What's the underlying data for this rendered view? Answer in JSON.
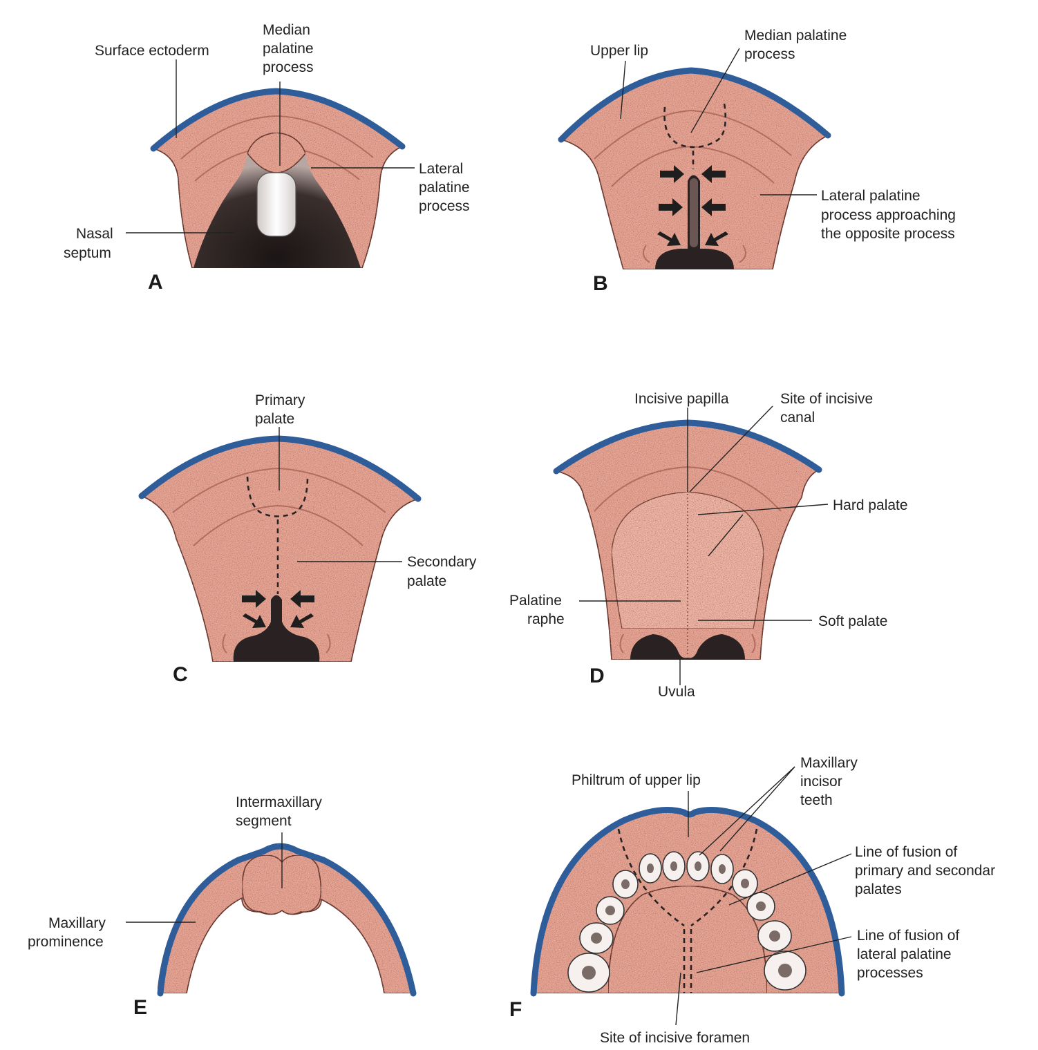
{
  "panels": {
    "A": {
      "letter": "A",
      "labels": {
        "surface_ectoderm": "Surface ectoderm",
        "median_palatine_process": [
          "Median",
          "palatine",
          "process"
        ],
        "lateral_palatine_process": [
          "Lateral",
          "palatine",
          "process"
        ],
        "nasal_septum": [
          "Nasal",
          "septum"
        ]
      }
    },
    "B": {
      "letter": "B",
      "labels": {
        "upper_lip": "Upper lip",
        "median_palatine_process": [
          "Median palatine",
          "process"
        ],
        "lateral_palatine_process_approaching": [
          "Lateral palatine",
          "process approaching",
          "the opposite process"
        ]
      }
    },
    "C": {
      "letter": "C",
      "labels": {
        "primary_palate": [
          "Primary",
          "palate"
        ],
        "secondary_palate": [
          "Secondary",
          "palate"
        ]
      }
    },
    "D": {
      "letter": "D",
      "labels": {
        "incisive_papilla": "Incisive papilla",
        "site_of_incisive_canal": [
          "Site of incisive",
          "canal"
        ],
        "hard_palate": "Hard palate",
        "palatine_raphe": [
          "Palatine",
          "raphe"
        ],
        "soft_palate": "Soft palate",
        "uvula": "Uvula"
      }
    },
    "E": {
      "letter": "E",
      "labels": {
        "intermaxillary_segment": [
          "Intermaxillary",
          "segment"
        ],
        "maxillary_prominence": [
          "Maxillary",
          "prominence"
        ]
      }
    },
    "F": {
      "letter": "F",
      "labels": {
        "philtrum_of_upper_lip": "Philtrum of upper lip",
        "maxillary_incisor_teeth": [
          "Maxillary",
          "incisor",
          "teeth"
        ],
        "line_of_fusion_primary_secondary": [
          "Line of fusion of",
          "primary and secondar",
          "palates"
        ],
        "line_of_fusion_lateral": [
          "Line of fusion of",
          "lateral palatine",
          "processes"
        ],
        "site_of_incisive_foramen": "Site of incisive foramen"
      }
    }
  },
  "colors": {
    "tissue": "#e9a594",
    "epithelium": "#2f5d9a",
    "cavity": "#2a2222"
  }
}
